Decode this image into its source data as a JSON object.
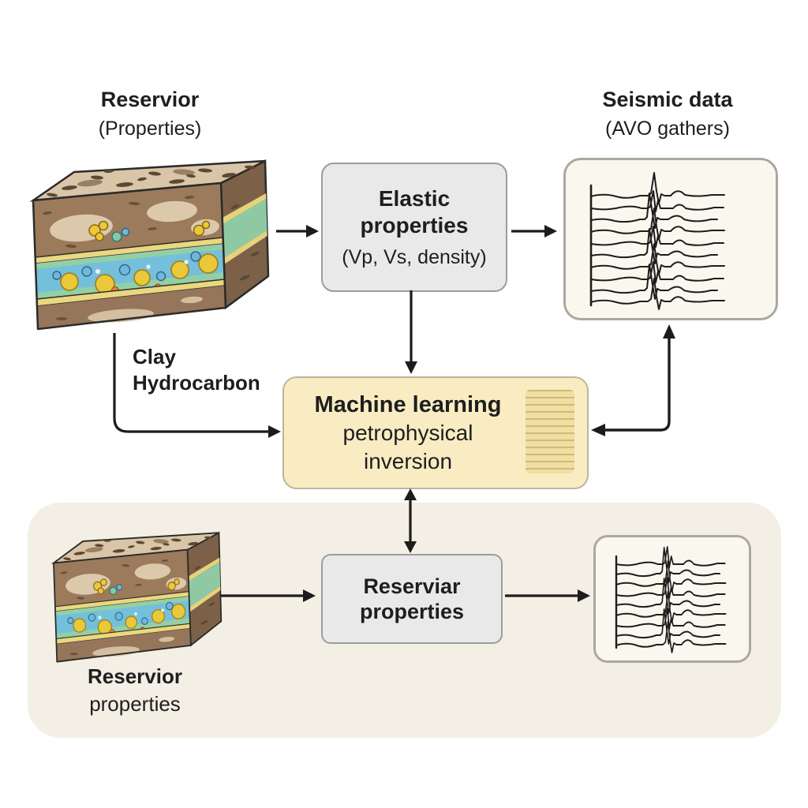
{
  "diagram": {
    "labels": {
      "top_left": {
        "title": "Reservior",
        "subtitle": "(Properties)"
      },
      "top_right": {
        "title": "Seismic data",
        "subtitle": "(AVO gathers)"
      },
      "clay_hydrocarbon": {
        "line1": "Clay",
        "line2": "Hydrocarbon"
      },
      "bottom_left": {
        "title": "Reservior",
        "subtitle": "properties"
      }
    },
    "boxes": {
      "elastic": {
        "line1": "Elastic",
        "line2": "properties",
        "line3": "(Vp, Vs, density)"
      },
      "ml": {
        "line1": "Machine learning",
        "line2": "petrophysical",
        "line3": "inversion"
      },
      "reservoir_out": {
        "line1": "Reserviar",
        "line2": "properties"
      }
    },
    "icons": {
      "top_left_illustration": "geological-reservoir-block",
      "bottom_left_illustration": "geological-reservoir-block-small",
      "top_right_illustration": "seismic-avo-gather-traces",
      "bottom_right_illustration": "seismic-traces-small",
      "ml_box_texture": "well-log-pattern"
    },
    "colors": {
      "background": "#ffffff",
      "section_background": "#f4efe5",
      "box_gray": "#e9e9e9",
      "box_gray_border": "#9c9c9c",
      "ml_box_fill": "#f9ecc2",
      "ml_box_border": "#bdb49a",
      "panel_fill": "#faf7ee",
      "panel_border": "#aaa89f",
      "line_color": "#1c1c1c",
      "layer_green": "#93cfa6",
      "layer_blue": "#74c0da",
      "layer_yellow": "#ead77f",
      "layer_brown": "#9b7b5c"
    }
  }
}
